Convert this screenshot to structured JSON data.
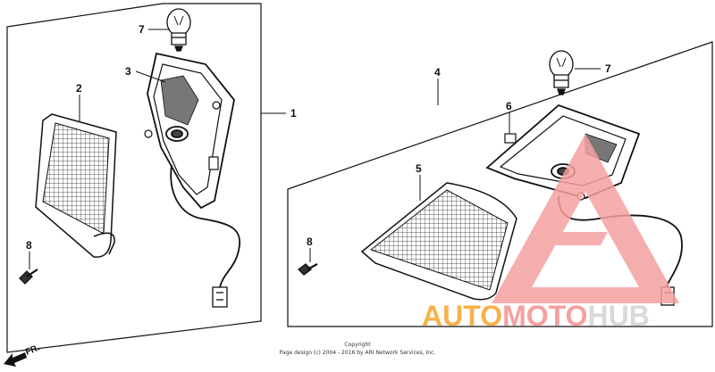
{
  "diagram": {
    "callouts": {
      "bulb_left": "7",
      "housing_left": "3",
      "lens_left": "2",
      "assembly_left": "1",
      "screw_left": "8",
      "assembly_right": "4",
      "bulb_right": "7",
      "housing_right": "6",
      "lens_right": "5",
      "screw_right": "8"
    },
    "direction_label": "FR.",
    "copyright_line1": "Copyright",
    "copyright_line2": "Page design (c) 2004 - 2016 by ARI Network Services, Inc."
  },
  "watermark": {
    "word_auto": "AUTO",
    "word_moto": "MOTO",
    "word_hub": "HUB",
    "color_primary": "#f4a0a0",
    "color_hub": "#d9d9d9"
  }
}
